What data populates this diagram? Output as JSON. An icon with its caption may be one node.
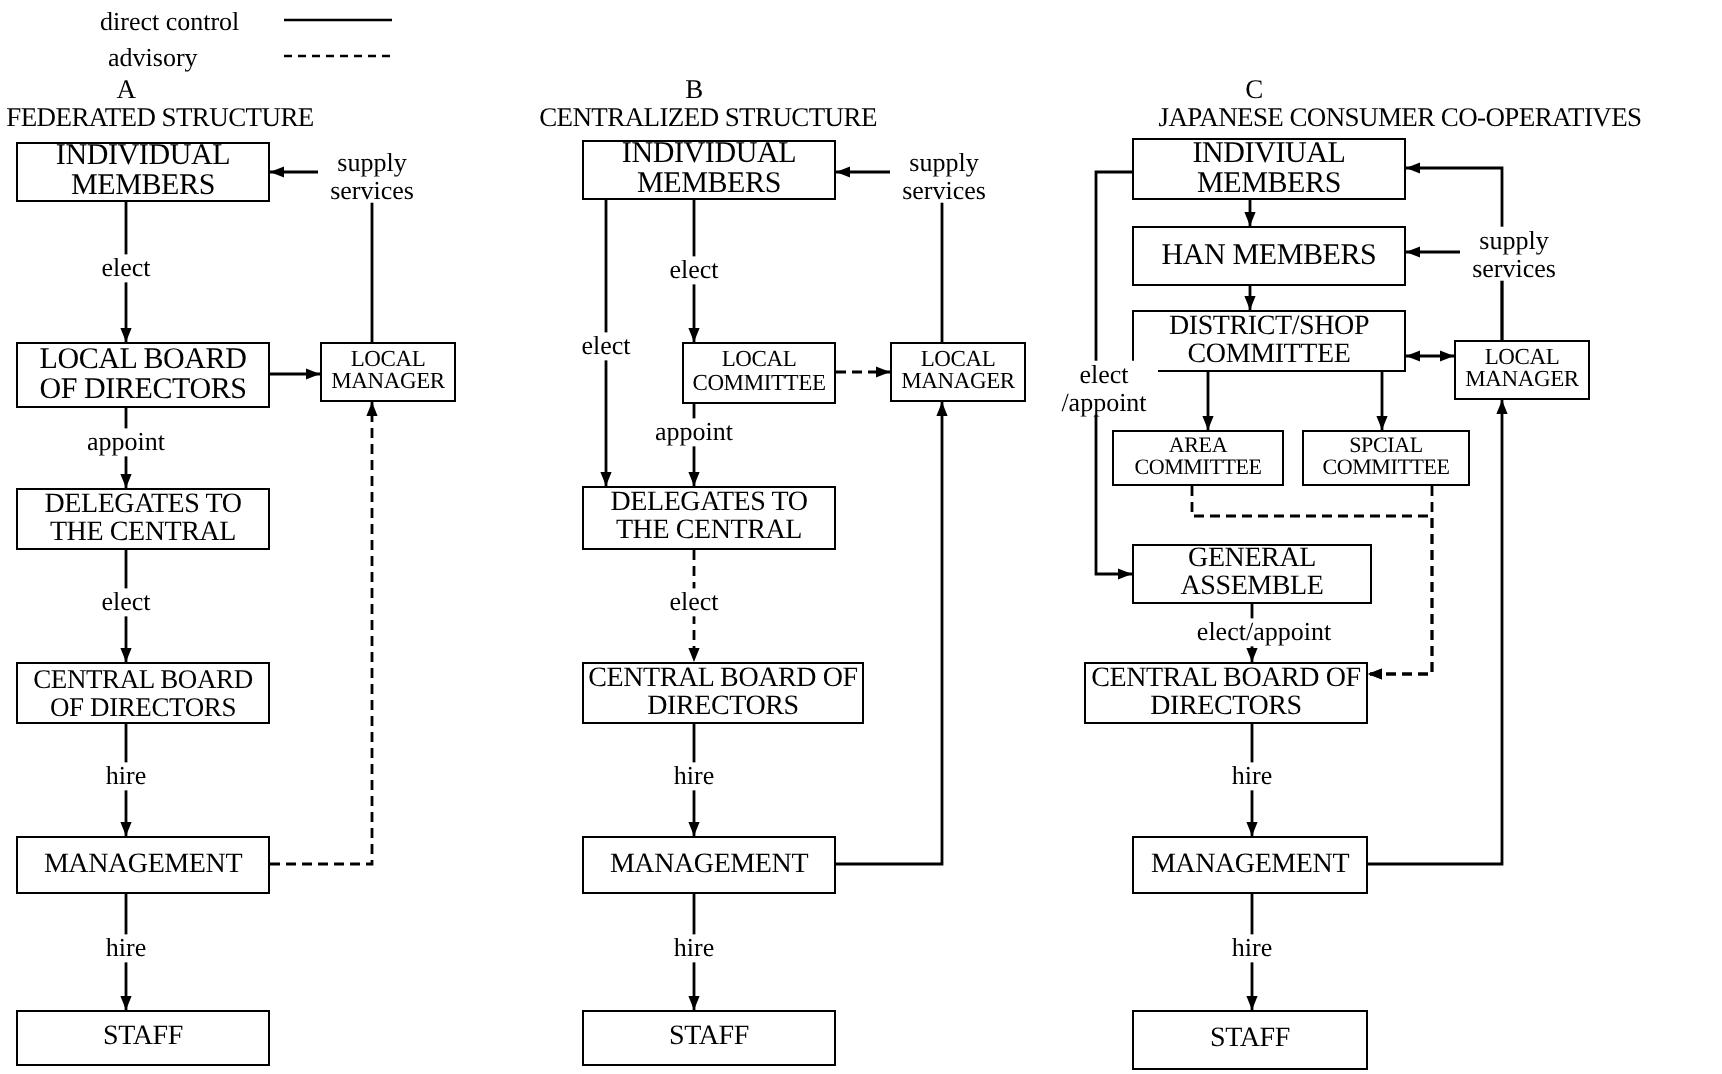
{
  "diagram": {
    "nodes": [
      {
        "text": [
          "INDIVIDUAL MEMBERS"
        ]
      },
      {
        "text": [
          "LOCAL BOARD OF DIRECTORS"
        ]
      },
      {
        "text": [
          "LOCAL MANAGER"
        ]
      },
      {
        "text": [
          "DELEGATES TO THE CENTRAL"
        ]
      },
      {
        "text": [
          "CENTRAL BOARD OF DIRECTORS"
        ]
      },
      {
        "text": [
          "MANAGEMENT"
        ]
      },
      {
        "text": [
          "STAFF"
        ]
      },
      {
        "text": [
          "INDIVIDUAL MEMBERS"
        ]
      },
      {
        "text": [
          "LOCAL COMMITTEE"
        ]
      },
      {
        "text": [
          "LOCAL MANAGER"
        ]
      },
      {
        "text": [
          "DELEGATES TO THE CENTRAL"
        ]
      },
      {
        "text": [
          "CENTRAL BOARD OF DIRECTORS"
        ]
      },
      {
        "text": [
          "MANAGEMENT"
        ]
      },
      {
        "text": [
          "STAFF"
        ]
      },
      {
        "text": [
          "INDIVIUAL MEMBERS"
        ]
      },
      {
        "text": [
          "HAN MEMBERS"
        ]
      },
      {
        "text": [
          "DISTRICT/SHOP COMMITTEE"
        ]
      },
      {
        "text": [
          "LOCAL MANAGER"
        ]
      },
      {
        "text": [
          "AREA COMMITTEE"
        ]
      },
      {
        "text": [
          "SPCIAL COMMITTEE"
        ]
      },
      {
        "text": [
          "GENERAL ASSEMBLE"
        ]
      },
      {
        "text": [
          "CENTRAL BOARD OF DIRECTORS"
        ]
      },
      {
        "text": [
          "MANAGEMENT"
        ]
      },
      {
        "text": [
          "STAFF"
        ]
      }
    ],
    "edges": [
      {
        "from": 0,
        "to": 1,
        "arrow": "to",
        "label": "elect"
      },
      {
        "from": 1,
        "to": 2,
        "arrow": "to"
      },
      {
        "from": 1,
        "to": 3,
        "arrow": "to",
        "label": "appoint"
      },
      {
        "from": 3,
        "to": 4,
        "arrow": "to",
        "label": "elect"
      },
      {
        "from": 4,
        "to": 5,
        "arrow": "to",
        "label": "hire"
      },
      {
        "from": 5,
        "to": 6,
        "arrow": "to",
        "label": "hire"
      },
      {
        "from": 5,
        "to": 2,
        "arrow": "to",
        "style": "dashed"
      },
      {
        "from": 2,
        "to": 0,
        "arrow": "to",
        "label": "supply services"
      },
      {
        "from": 7,
        "to": 10,
        "arrow": "to",
        "label": "elect"
      },
      {
        "from": 7,
        "to": 8,
        "arrow": "to",
        "label": "elect"
      },
      {
        "from": 8,
        "to": 9,
        "arrow": "to",
        "style": "dashed"
      },
      {
        "from": 8,
        "to": 10,
        "arrow": "to",
        "label": "appoint"
      },
      {
        "from": 10,
        "to": 11,
        "arrow": "to",
        "label": "elect",
        "style": "dashed"
      },
      {
        "from": 11,
        "to": 12,
        "arrow": "to",
        "label": "hire"
      },
      {
        "from": 12,
        "to": 13,
        "arrow": "to",
        "label": "hire"
      },
      {
        "from": 12,
        "to": 9,
        "arrow": "to"
      },
      {
        "from": 9,
        "to": 7,
        "arrow": "to",
        "label": "supply services"
      },
      {
        "from": 14,
        "to": 15,
        "arrow": "to"
      },
      {
        "from": 15,
        "to": 16,
        "arrow": "to"
      },
      {
        "from": 16,
        "to": 17,
        "arrow": "both"
      },
      {
        "from": 16,
        "to": 18,
        "arrow": "to"
      },
      {
        "from": 16,
        "to": 19,
        "arrow": "to"
      },
      {
        "from": 14,
        "to": 20,
        "arrow": "to",
        "label": "elect /appoint"
      },
      {
        "from": 20,
        "to": 21,
        "arrow": "to",
        "label": "elect/appoint"
      },
      {
        "from": 18,
        "to": 21,
        "arrow": "to",
        "style": "dashed"
      },
      {
        "from": 19,
        "to": 21,
        "arrow": "to",
        "style": "dashed"
      },
      {
        "from": 21,
        "to": 22,
        "arrow": "to",
        "label": "hire"
      },
      {
        "from": 22,
        "to": 23,
        "arrow": "to",
        "label": "hire"
      },
      {
        "from": 22,
        "to": 17,
        "arrow": "to"
      },
      {
        "from": 17,
        "to": 14,
        "arrow": "to"
      },
      {
        "from": 17,
        "to": 15,
        "arrow": "to",
        "label": "supply services"
      }
    ],
    "labels": [
      "A",
      "FEDERATED STRUCTURE",
      "B",
      "CENTRALIZED STRUCTURE",
      "C",
      "JAPANESE CONSUMER CO-OPERATIVES"
    ],
    "legend": [
      {
        "text": "direct control"
      },
      {
        "text": "advisory"
      }
    ]
  }
}
